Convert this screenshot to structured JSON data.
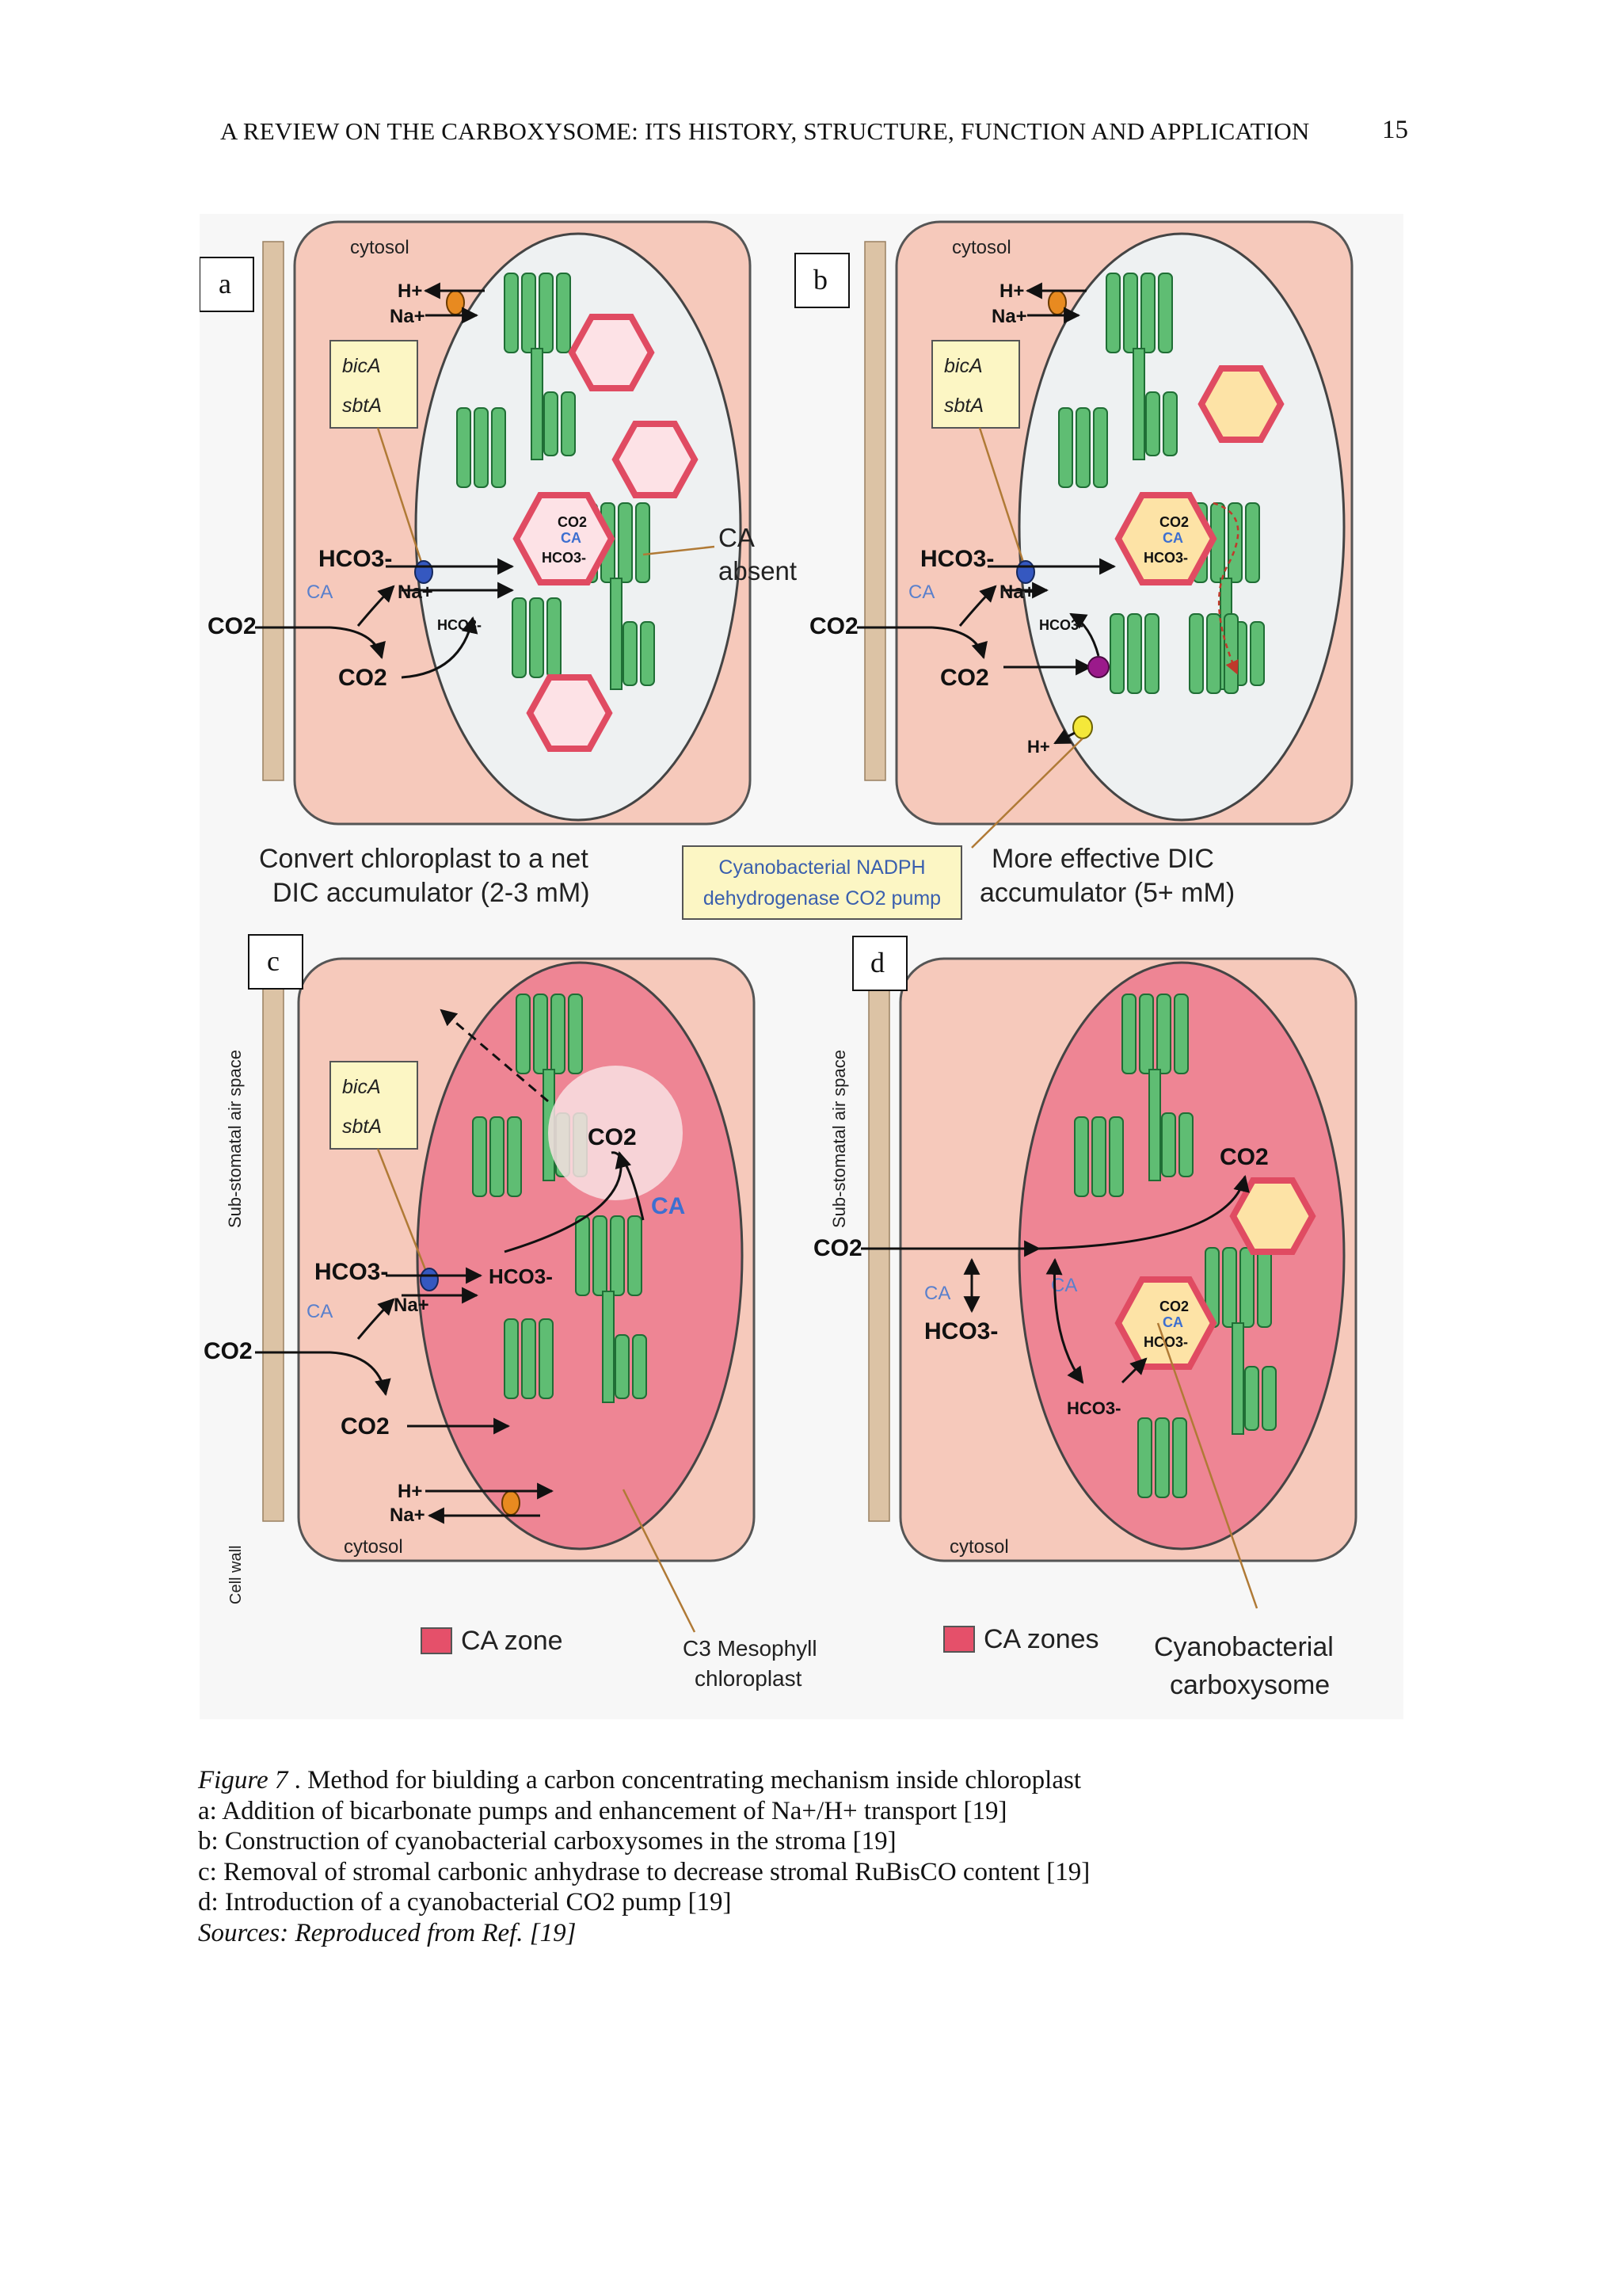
{
  "header": {
    "running_title": "A REVIEW ON THE CARBOXYSOME: ITS HISTORY, STRUCTURE, FUNCTION AND APPLICATION",
    "page_number": "15"
  },
  "figure": {
    "panel_letters": [
      "a",
      "b",
      "c",
      "d"
    ],
    "labels": {
      "cytosol": "cytosol",
      "bicA": "bicA",
      "sbtA": "sbtA",
      "h_plus": "H+",
      "na_plus": "Na+",
      "hco3": "HCO3-",
      "co2": "CO2",
      "ca": "CA",
      "ca_absent_1": "CA",
      "ca_absent_2": "absent",
      "sub_stomatal": "Sub-stomatal air space",
      "cell_wall": "Cell wall",
      "caption_a_1": "Convert chloroplast to a net",
      "caption_a_2": "DIC accumulator (2-3 mM)",
      "caption_b_1": "More effective DIC",
      "caption_b_2": "accumulator (5+ mM)",
      "nadph_1": "Cyanobacterial NADPH",
      "nadph_2": "dehydrogenase CO2 pump",
      "ca_zone": "CA zone",
      "ca_zones": "CA zones",
      "mesophyll_1": "C3 Mesophyll",
      "mesophyll_2": "chloroplast",
      "carboxysome_1": "Cyanobacterial",
      "carboxysome_2": "carboxysome"
    },
    "colors": {
      "cell": "#f6c9bb",
      "cell_border": "#555555",
      "wall": "#dcc3a5",
      "stroma_light": "#eef1f2",
      "stroma_red": "#ee8594",
      "thylakoid": "#5fbd73",
      "thylakoid_edge": "#1f6e35",
      "hex_red": "#e04b62",
      "hex_fill_pink": "#fde2e6",
      "hex_fill_yellow": "#fde3a6",
      "note_box": "#fcf6c4",
      "transporter_blue": "#3558c0",
      "transporter_orange": "#e88a20",
      "transporter_purple": "#9b1a8b",
      "transporter_yellow": "#f4e83a",
      "ca_text": "#5a80cc",
      "leader": "#b07a36"
    }
  },
  "caption": {
    "figure_label": "Figure 7",
    "title": " . Method for biulding a carbon concentrating mechanism inside chloroplast",
    "line_a": "a: Addition of bicarbonate pumps and enhancement of Na+/H+ transport [19]",
    "line_b": "b: Construction of cyanobacterial carboxysomes in the stroma [19]",
    "line_c": "c: Removal of stromal carbonic anhydrase to decrease stromal RuBisCO content [19]",
    "line_d": "d: Introduction of a cyanobacterial CO2 pump [19]",
    "sources": "Sources: Reproduced from Ref. [19]"
  }
}
